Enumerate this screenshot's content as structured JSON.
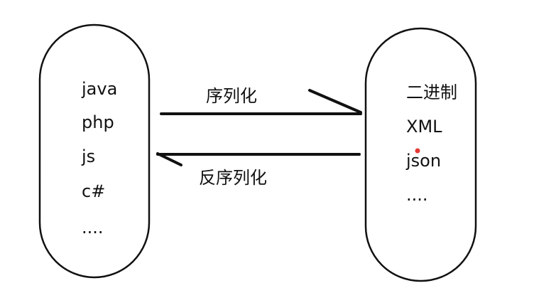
{
  "left_group": {
    "items": [
      "java",
      "php",
      "js",
      "c#",
      "...."
    ]
  },
  "right_group": {
    "items": [
      "二进制",
      "XML",
      "json",
      "...."
    ]
  },
  "arrows": {
    "serialize": "序列化",
    "deserialize": "反序列化"
  },
  "colors": {
    "stroke": "#111111",
    "marker_dot": "#e53935"
  }
}
